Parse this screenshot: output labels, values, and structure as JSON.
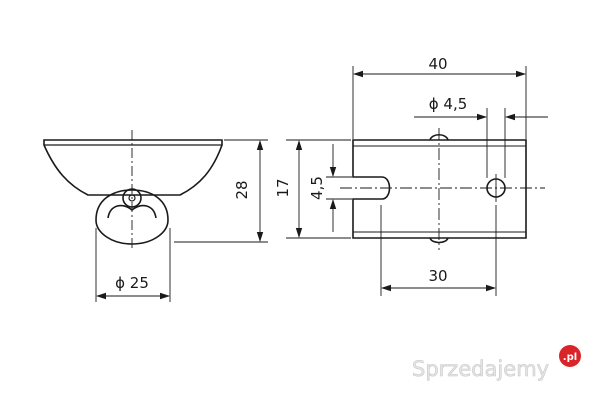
{
  "dimensions": {
    "side_height": "28",
    "wheel_diameter": "ϕ 25",
    "plate_height": "17",
    "slot_width": "4,5",
    "plate_length": "40",
    "hole_diameter": "ϕ 4,5",
    "hole_spacing": "30"
  },
  "watermark": {
    "text": "Sprzedajemy",
    "badge": ".pl"
  },
  "colors": {
    "line": "#1a1a1a",
    "watermark_badge": "#d9252a"
  }
}
